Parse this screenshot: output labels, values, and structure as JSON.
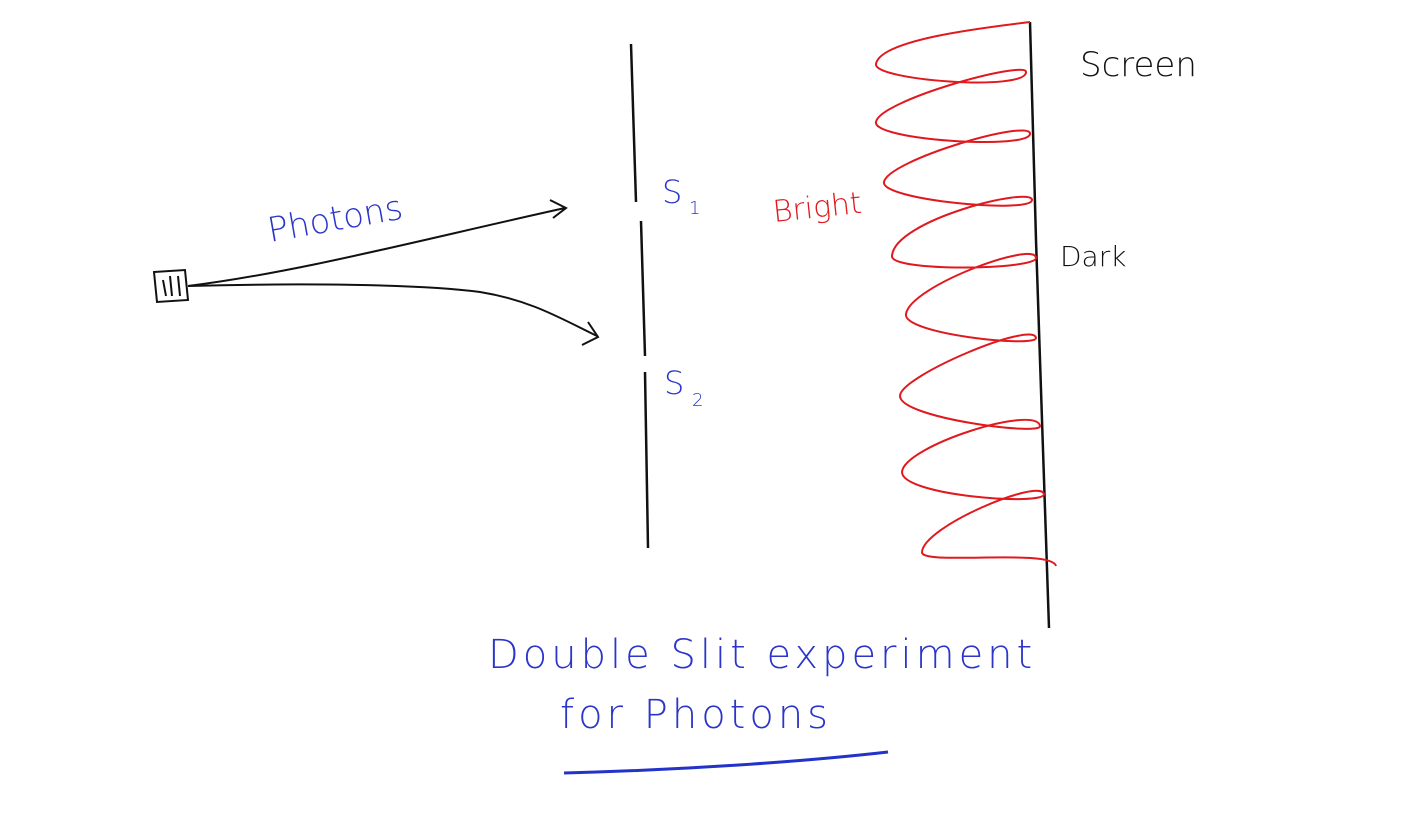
{
  "diagram": {
    "title_line1": "Double Slit experiment",
    "title_line2": "for Photons",
    "labels": {
      "photons": "Photons",
      "slit1": "S",
      "slit1_sub": "1",
      "slit2": "S",
      "slit2_sub": "2",
      "bright": "Bright",
      "dark": "Dark",
      "screen": "Screen"
    },
    "colors": {
      "ink": "#111111",
      "blue": "#2b35c9",
      "red": "#e0191e",
      "underline": "#2332c8"
    },
    "icons": {
      "source": "photon-source-icon"
    }
  }
}
